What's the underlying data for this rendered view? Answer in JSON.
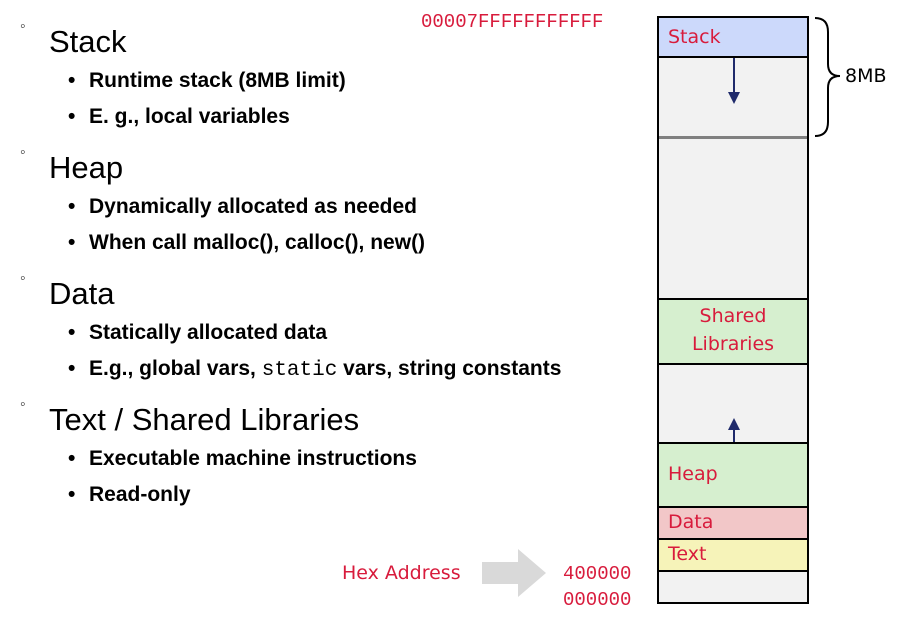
{
  "sections": [
    {
      "title": "Stack",
      "items": [
        {
          "text": "Runtime stack (8MB limit)"
        },
        {
          "text": "E. g., local variables"
        }
      ]
    },
    {
      "title": "Heap",
      "items": [
        {
          "text": "Dynamically allocated as needed"
        },
        {
          "text": "When call  malloc(), calloc(), new()"
        }
      ]
    },
    {
      "title": "Data",
      "items": [
        {
          "text": "Statically allocated data"
        },
        {
          "pre": "E.g., global vars, ",
          "code": "static",
          "post": " vars, string constants"
        }
      ]
    },
    {
      "title": "Text  / Shared Libraries",
      "items": [
        {
          "text": "Executable machine instructions"
        },
        {
          "text": "Read-only"
        }
      ]
    }
  ],
  "memory": {
    "top_address": "00007FFFFFFFFFFF",
    "segments": {
      "stack": "Stack",
      "shared_line1": "Shared",
      "shared_line2": "Libraries",
      "heap": "Heap",
      "data": "Data",
      "text": "Text"
    },
    "stack_limit": "8MB",
    "hex_label": "Hex Address",
    "addr_text": "400000",
    "addr_zero": "000000"
  },
  "colors": {
    "stack": "#ccd9fb",
    "shared": "#d6efcf",
    "heap": "#d6efcf",
    "data": "#f2c7c8",
    "text": "#f6f3b9",
    "free": "#f2f2f2",
    "arrow": "#1f2a6b",
    "address": "#d81b3c"
  }
}
